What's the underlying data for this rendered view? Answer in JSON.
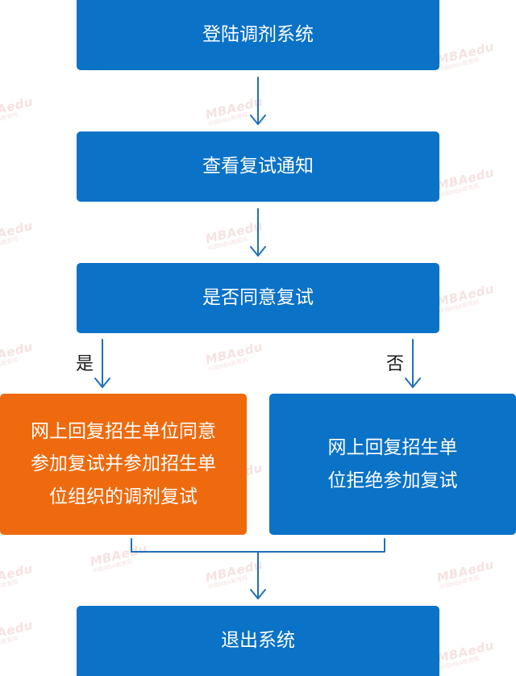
{
  "flow": {
    "step_login": "登陆调剂系统",
    "step_view_notice": "查看复试通知",
    "step_decide": "是否同意复试",
    "branch_yes_label": "是",
    "branch_no_label": "否",
    "step_yes_action": "网上回复招生单位同意\n参加复试并参加招生单\n位组织的调剂复试",
    "step_no_action": "网上回复招生单\n位拒绝参加复试",
    "step_exit": "退出系统"
  },
  "watermark": {
    "brand": "MBAedu",
    "tagline": "中国MBA教育网"
  },
  "colors": {
    "box_blue": "#0a72c7",
    "box_orange": "#ef6a0e",
    "connector": "#1f70b8",
    "watermark": "#d25050"
  }
}
